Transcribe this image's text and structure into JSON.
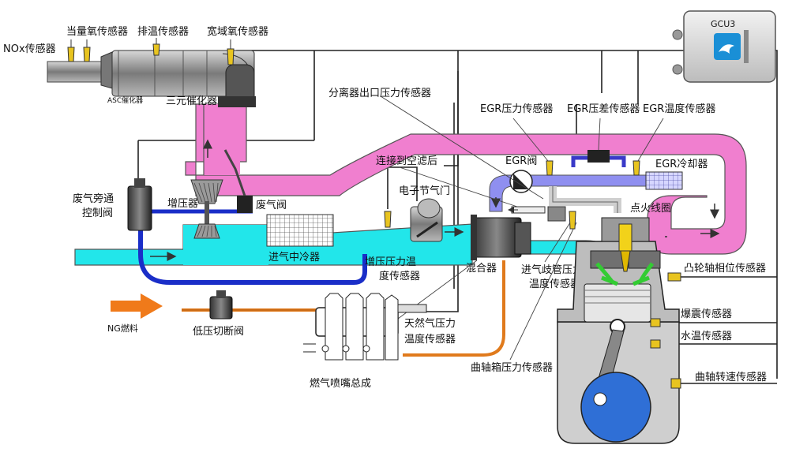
{
  "labels": {
    "nox_sensor": "NOx传感器",
    "lambda_sensor": "当量氧传感器",
    "exhaust_temp_sensor": "排温传感器",
    "wide_lambda_sensor": "宽域氧传感器",
    "asc_catalyst": "ASC催化器",
    "three_way_catalyst": "三元催化器",
    "gcu": "GCU3",
    "separator_outlet_pressure": "分离器出口压力传感器",
    "egr_pressure_sensor": "EGR压力传感器",
    "egr_diff_pressure_sensor": "EGR压差传感器",
    "egr_temp_sensor": "EGR温度传感器",
    "connect_after_filter": "连接到空滤后",
    "egr_valve": "EGR阀",
    "egr_cooler": "EGR冷却器",
    "electronic_throttle": "电子节气门",
    "bypass_valve_line1": "废气旁通",
    "bypass_valve_line2": "控制阀",
    "turbocharger": "增压器",
    "wastegate": "废气阀",
    "ignition_coil": "点火线圈",
    "intercooler": "进气中冷器",
    "boost_sensor_line1": "增压压力温",
    "boost_sensor_line2": "度传感器",
    "mixer": "混合器",
    "intake_manifold_line1": "进气歧管压力",
    "intake_manifold_line2": "温度传感器",
    "cam_phase_sensor": "凸轮轴相位传感器",
    "ng_fuel": "NG燃料",
    "low_pressure_cutoff": "低压切断阀",
    "gas_pressure_line1": "天然气压力",
    "gas_pressure_line2": "温度传感器",
    "knock_sensor": "爆震传感器",
    "water_temp_sensor": "水温传感器",
    "crankcase_pressure": "曲轴箱压力传感器",
    "crank_speed_sensor": "曲轴转速传感器",
    "injector_rail": "燃气喷嘴总成"
  },
  "colors": {
    "exhaust": "#f07fcf",
    "intake": "#22e6ea",
    "egr_gas": "#8f8ff0",
    "bypass": "#1a2ec8",
    "fuel_line": "#e07a1c",
    "fuel_arrow": "#f07a1a",
    "catalyst_metal": "#8a8a8a",
    "engine_body": "#c8c8c8",
    "crank_disc": "#2f6fd6",
    "gcu_logo": "#1a8fd6",
    "spark_plug": "#f2d21a",
    "injector_valve": "#33cc33"
  }
}
